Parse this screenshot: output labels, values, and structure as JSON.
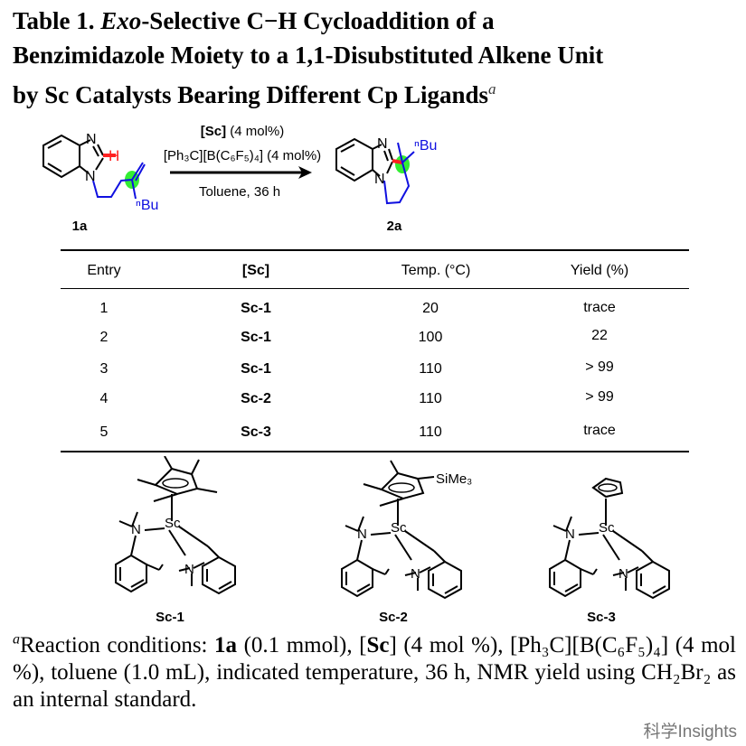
{
  "title": {
    "prefix": "Table 1. ",
    "italic": "Exo",
    "line1_rest": "-Selective C−H Cycloaddition of a",
    "line2": "Benzimidazole Moiety to a 1,1-Disubstituted Alkene Unit",
    "line3": "by Sc Catalysts Bearing Different Cp Ligands",
    "footnote_mark": "a"
  },
  "scheme": {
    "reactant_label": "1a",
    "product_label": "2a",
    "conditions": {
      "catalyst": "[Sc]",
      "catalyst_amount": " (4 mol%)",
      "activator": "[Ph₃C][B(C₆F₅)₄] (4 mol%)",
      "solvent_time": "Toluene, 36 h"
    },
    "atoms": {
      "N": "N",
      "H": "H",
      "nBu": "ⁿBu"
    },
    "colors": {
      "bond_new": "#ff2020",
      "chain": "#1010e0",
      "highlight": "#33ee33"
    }
  },
  "table": {
    "headers": [
      "Entry",
      "[Sc]",
      "Temp. (°C)",
      "Yield (%)"
    ],
    "rows": [
      [
        "1",
        "Sc-1",
        "20",
        "trace"
      ],
      [
        "2",
        "Sc-1",
        "100",
        "22"
      ],
      [
        "3",
        "Sc-1",
        "110",
        "> 99"
      ],
      [
        "4",
        "Sc-2",
        "110",
        "> 99"
      ],
      [
        "5",
        "Sc-3",
        "110",
        "trace"
      ]
    ]
  },
  "catalysts": [
    {
      "label": "Sc-1"
    },
    {
      "label": "Sc-2",
      "substituent": "SiMe₃"
    },
    {
      "label": "Sc-3"
    }
  ],
  "catalyst_atoms": {
    "Sc": "Sc",
    "N": "N"
  },
  "footnote": {
    "mark": "a",
    "text1": "Reaction conditions: ",
    "bold1": "1a",
    "text2": " (0.1 mmol), [",
    "bold2": "Sc",
    "text3": "] (4 mol %), [Ph₃C][B(C₆F₅)₄] (4 mol %), toluene (1.0 mL), indicated temperature, 36 h, NMR yield using CH₂Br₂ as an internal standard."
  },
  "watermark": "科学Insights"
}
